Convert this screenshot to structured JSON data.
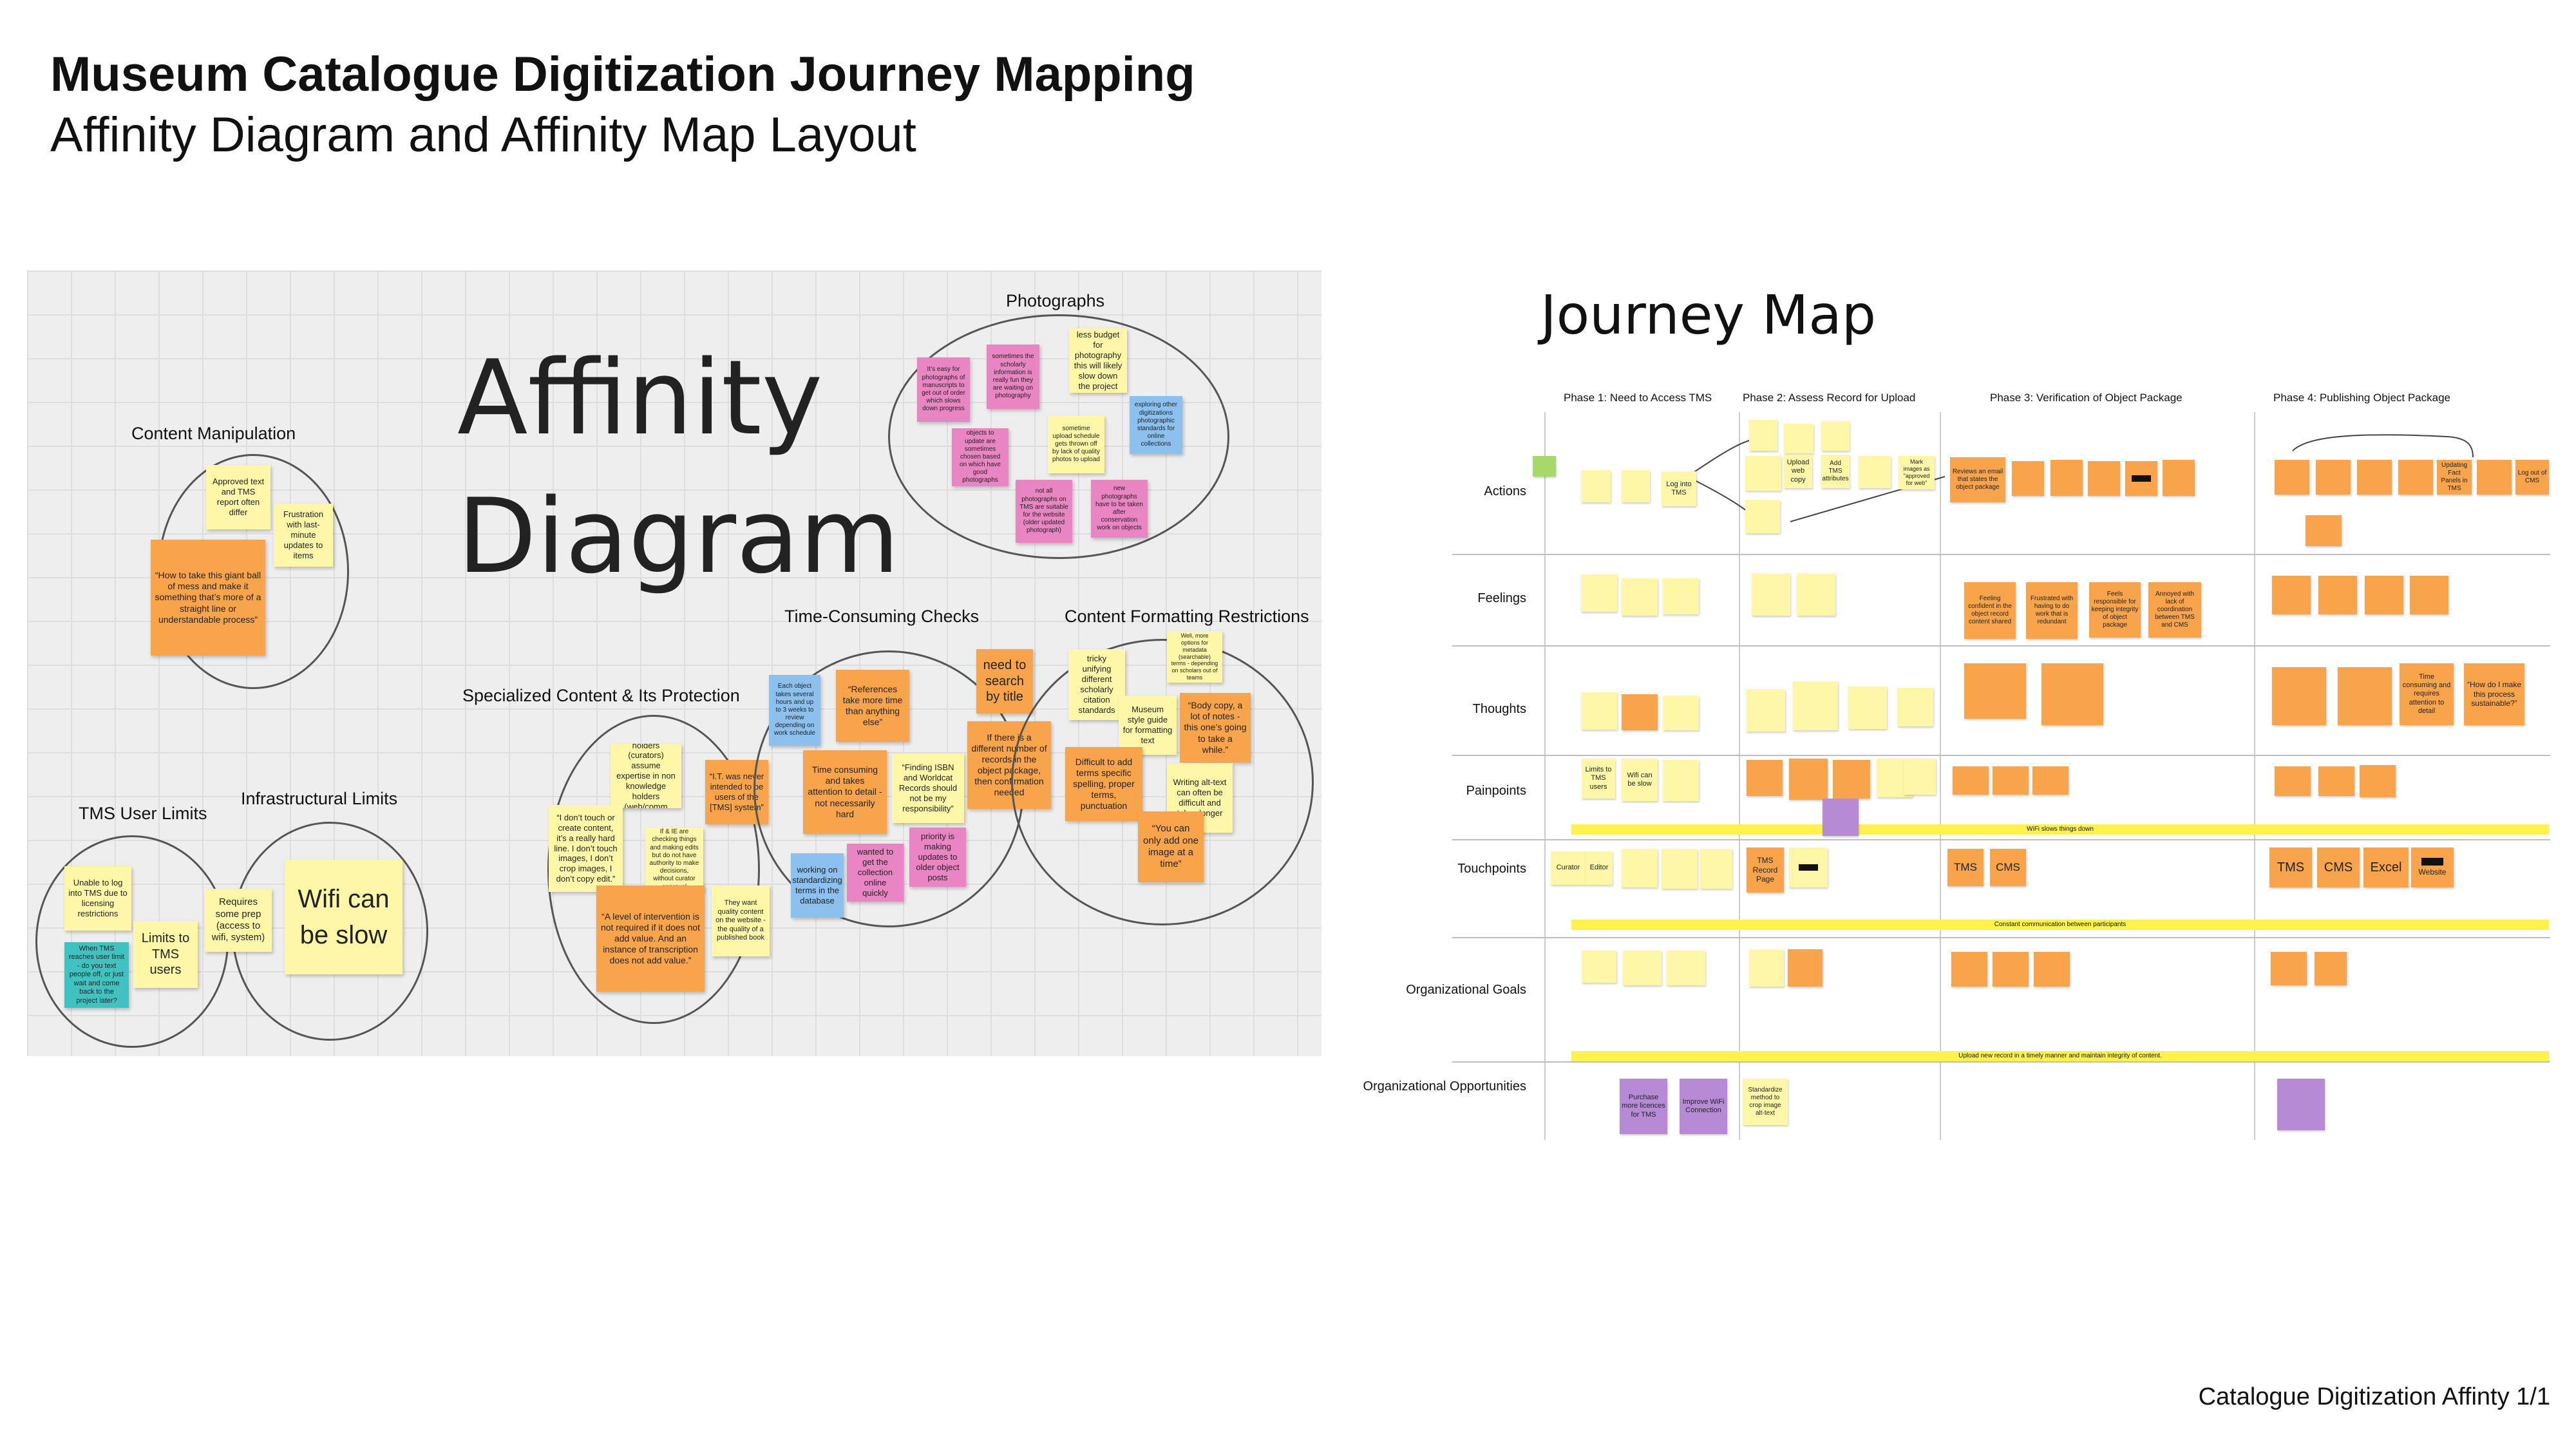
{
  "header": {
    "title": "Museum Catalogue Digitization Journey Mapping",
    "subtitle": "Affinity Diagram and Affinity Map Layout"
  },
  "footer": {
    "text": "Catalogue Digitization Affinty 1/1"
  },
  "affinity": {
    "title_line1": "Affinity",
    "title_line2": "Diagram",
    "clusters": {
      "content_manipulation": {
        "label": "Content Manipulation",
        "notes": [
          "Approved text and TMS report often differ",
          "Frustration with last-minute updates to items",
          "“How to take this giant ball of mess and make it something that’s more of a straight line or understandable process”"
        ]
      },
      "tms_user_limits": {
        "label": "TMS User Limits",
        "notes": [
          "Unable to log into TMS due to licensing restrictions",
          "Limits to TMS users",
          "When TMS reaches user limit - do you text people off, or just wait and come back to the project later?"
        ]
      },
      "infrastructural_limits": {
        "label": "Infrastructural Limits",
        "notes": [
          "Requires some prep (access to wifi, system)",
          "Wifi can be slow"
        ]
      },
      "specialized_content": {
        "label": "Specialized Content & Its Protection",
        "notes": [
          "Knowledge holders (curators) assume expertise in non knowledge holders (web/comm writers)",
          "“I.T. was never intended to be users of the [TMS] system”",
          "“I don’t touch or create content, it’s a really hard line. I don’t touch images, I don’t crop images, I don’t copy edit.”",
          "If & IE are checking things and making edits but do not have authority to make decisions, without curator approval",
          "“A level of intervention is not required if it does not add value. And an instance of transcription does not add value.”",
          "They want quality content on the website - the quality of a published book"
        ]
      },
      "time_consuming": {
        "label": "Time-Consuming Checks",
        "notes": [
          "Each object takes several hours and up to 3 weeks to review depending on work schedule",
          "“References take more time than anything else”",
          "Time consuming and takes attention to detail - not necessarily hard",
          "“Finding ISBN and Worldcat Records should not be my responsibility”",
          "working on standardizing terms in the database",
          "wanted to get the collection online quickly",
          "priority is making updates to older object posts",
          "need to search by title",
          "If there is a different number of records in the object package, then confirmation needed"
        ]
      },
      "content_formatting": {
        "label": "Content Formatting Restrictions",
        "notes": [
          "Well, more options for metadata (searchable) terms - depending on scholars out of teams",
          "tricky unifying different scholarly citation standards",
          "Museum style guide for formatting text",
          "“Body copy, a lot of notes - this one’s going to take a while.”",
          "Difficult to add terms specific spelling, proper terms, punctuation",
          "Writing alt-text can often be difficult and takes longer",
          "“You can only add one image at a time”"
        ]
      },
      "photographs": {
        "label": "Photographs",
        "notes": [
          "less budget for photography this will likely slow down the project",
          "It’s easy for photographs of manuscripts to get out of order which slows down progress",
          "sometimes the scholarly information is really fun they are waiting on photography",
          "exploring other digitizations photographic standards for online collections",
          "sometime upload schedule gets thrown off by lack of quality photos to upload",
          "objects to update are sometimes chosen based on which have good photographs",
          "not all photographs on TMS are suitable for the website (older updated photograph)",
          "new photographs have to be taken after conservation work on objects"
        ]
      }
    }
  },
  "journey": {
    "title": "Journey Map",
    "phases": [
      "Phase 1: Need to Access TMS",
      "Phase 2: Assess Record for Upload",
      "Phase 3: Verification of Object Package",
      "Phase 4: Publishing Object Package"
    ],
    "rows": [
      "Actions",
      "Feelings",
      "Thoughts",
      "Painpoints",
      "Touchpoints",
      "Organizational Goals",
      "Organizational Opportunities"
    ],
    "bands": {
      "painpoints": "WiFi slows things down",
      "touchpoints": "Constant communication between participants",
      "goals": "Upload new record in a timely manner and maintain integrity of content."
    },
    "notes": {
      "a1": "Log into TMS",
      "a2": "Upload web copy",
      "a3": "Add TMS attributes",
      "a4": "Mark images as \"approved for web\"",
      "a5": "Reviews an email that states the object package",
      "a6": "Log out of CMS",
      "a7": "Updating Fact Panels in TMS",
      "f1": "Feeling confident in the object record content shared",
      "f2": "Frustrated with having to do work that is redundant",
      "f3": "Feels responsible for keeping integrity of object package",
      "f4": "Annoyed with lack of coordination between TMS and CMS",
      "th1": "“How do I make this process sustainable?”",
      "th2": "Time consuming and requires attention to detail",
      "p1": "Limits to TMS users",
      "p2": "Wifi can be slow",
      "t1": "Curator",
      "t2": "Editor",
      "t3": "TMS Record Page",
      "t4": "TMS",
      "t5": "CMS",
      "t6": "TMS",
      "t7": "CMS",
      "t8": "Excel",
      "t9": "Website",
      "o1": "Purchase more licences for TMS",
      "o2": "Improve WiFi Connection",
      "o3": "Standardize method to crop image alt-text"
    }
  }
}
